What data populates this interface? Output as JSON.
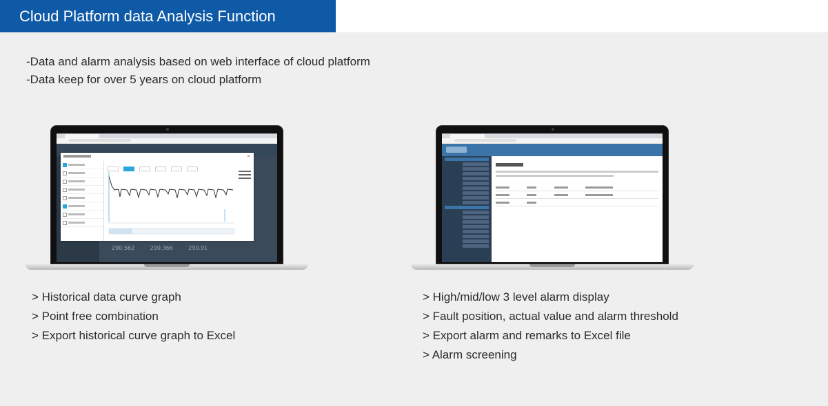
{
  "header": {
    "title": "Cloud Platform data Analysis Function"
  },
  "intro": [
    "-Data and alarm analysis based on web interface of cloud platform",
    "-Data keep for over 5 years on cloud platform"
  ],
  "left_laptop": {
    "readouts": [
      "290.562",
      "290.366",
      "290.91"
    ]
  },
  "left_features": [
    "> Historical data curve graph",
    "> Point free combination",
    "> Export historical curve graph to Excel"
  ],
  "right_features": [
    "> High/mid/low 3 level alarm display",
    "> Fault position, actual value and alarm threshold",
    "> Export alarm and remarks to Excel file",
    "> Alarm screening"
  ],
  "colors": {
    "title_bg": "#0e5aa7",
    "panel_bg": "#efefef",
    "accent": "#2aa6d9"
  }
}
